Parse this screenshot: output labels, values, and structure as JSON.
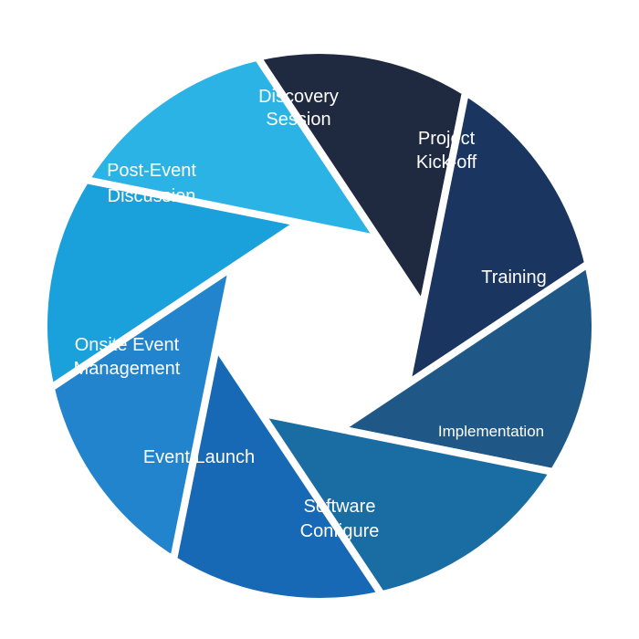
{
  "diagram": {
    "type": "cycle",
    "segments": [
      {
        "id": "discovery",
        "lines": [
          "Discovery",
          "Session"
        ],
        "color": "#1f2a40"
      },
      {
        "id": "kickoff",
        "lines": [
          "Project",
          "Kick-off"
        ],
        "color": "#1a3660"
      },
      {
        "id": "training",
        "lines": [
          "Training"
        ],
        "color": "#1f5787"
      },
      {
        "id": "implementation",
        "lines": [
          "Implementation"
        ],
        "color": "#1a6da3"
      },
      {
        "id": "software",
        "lines": [
          "Software",
          "Configure"
        ],
        "color": "#1769b5"
      },
      {
        "id": "launch",
        "lines": [
          "Event Launch"
        ],
        "color": "#2184cc"
      },
      {
        "id": "onsite",
        "lines": [
          "Onsite Event",
          "Management"
        ],
        "color": "#1aa0da"
      },
      {
        "id": "postevent",
        "lines": [
          "Post-Event",
          "Discussion"
        ],
        "color": "#2bb3e6"
      }
    ]
  }
}
